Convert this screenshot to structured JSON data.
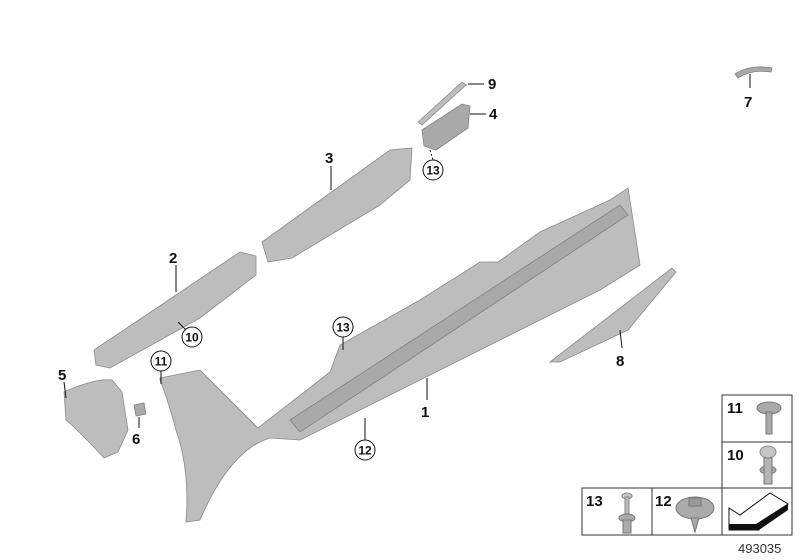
{
  "diagram_id": "493035",
  "callouts": {
    "p1": "1",
    "p2": "2",
    "p3": "3",
    "p4": "4",
    "p5": "5",
    "p6": "6",
    "p7": "7",
    "p8": "8",
    "p9": "9",
    "c10": "10",
    "c11": "11",
    "c12": "12",
    "c13a": "13",
    "c13b": "13"
  },
  "legend": {
    "item11": "11",
    "item10": "10",
    "item13": "13",
    "item12": "12"
  },
  "colors": {
    "part": "#bdbdbd",
    "line": "#111111"
  }
}
